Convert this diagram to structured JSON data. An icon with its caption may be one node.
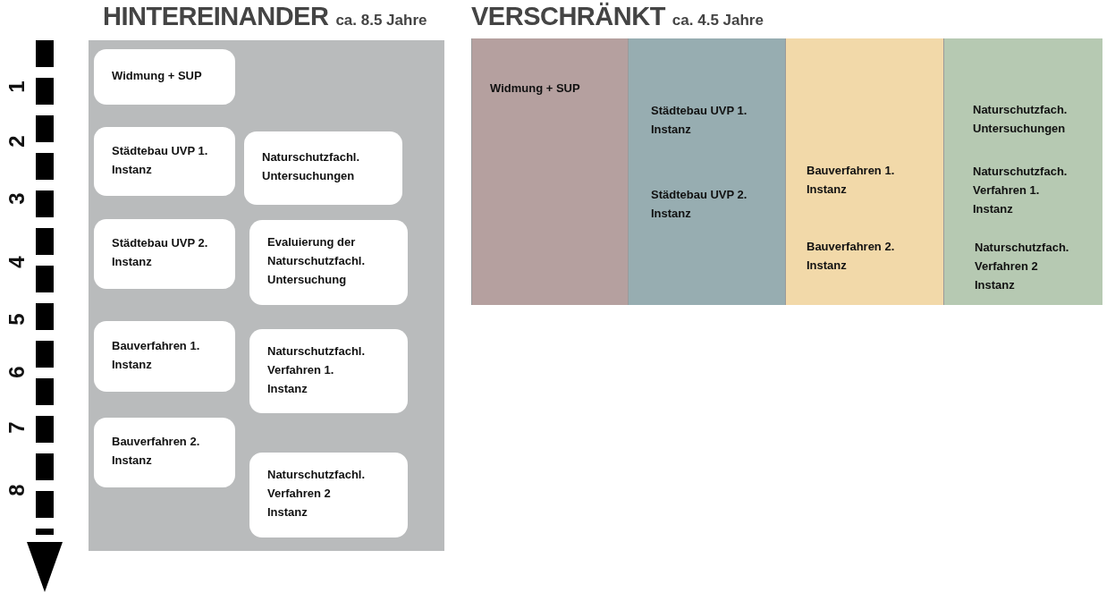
{
  "diagram": {
    "nodes": [
      {
        "text": [
          "HINTEREINANDER",
          "ca. 8.5 Jahre"
        ]
      },
      {
        "text": [
          "Widmung + SUP"
        ],
        "in": 0
      },
      {
        "text": [
          "Städtebau UVP 1. Instanz"
        ],
        "in": 0
      },
      {
        "text": [
          "Naturschutzfachl. Untersuchungen"
        ],
        "in": 0
      },
      {
        "text": [
          "Städtebau UVP 2. Instanz"
        ],
        "in": 0
      },
      {
        "text": [
          "Evaluierung der Naturschutzfachl. Untersuchung"
        ],
        "in": 0
      },
      {
        "text": [
          "Bauverfahren 1. Instanz"
        ],
        "in": 0
      },
      {
        "text": [
          "Naturschutzfachl. Verfahren 1. Instanz"
        ],
        "in": 0
      },
      {
        "text": [
          "Bauverfahren 2. Instanz"
        ],
        "in": 0
      },
      {
        "text": [
          "Naturschutzfachl. Verfahren 2 Instanz"
        ],
        "in": 0
      },
      {
        "text": [
          "VERSCHRÄNKT",
          "ca. 4.5 Jahre"
        ]
      },
      {
        "text": [
          "Widmung + SUP"
        ],
        "in": 10
      },
      {
        "text": [
          "Städtebau UVP 1. Instanz",
          "Städtebau UVP 2. Instanz"
        ],
        "in": 10
      },
      {
        "text": [
          "Bauverfahren 1. Instanz",
          "Bauverfahren 2. Instanz"
        ],
        "in": 10
      },
      {
        "text": [
          "Naturschutzfach. Untersuchungen",
          "Naturschutzfach. Verfahren 1. Instanz",
          "Naturschutzfach. Verfahren 2 Instanz"
        ],
        "in": 10
      }
    ],
    "labels": [
      "1",
      "2",
      "3",
      "4",
      "5",
      "6",
      "7",
      "8"
    ]
  }
}
